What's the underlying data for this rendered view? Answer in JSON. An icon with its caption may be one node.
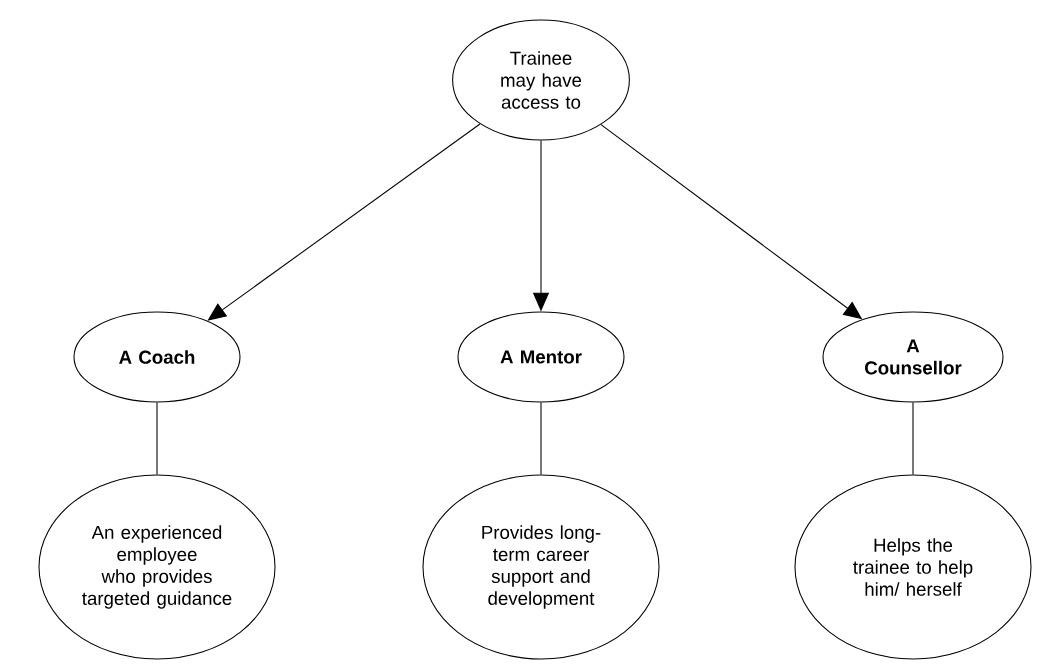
{
  "diagram": {
    "nodes": [
      {
        "text": [
          "Trainee may have access to"
        ]
      },
      {
        "text": [
          "A Coach"
        ]
      },
      {
        "text": [
          "A Mentor"
        ]
      },
      {
        "text": [
          "A Counsellor"
        ]
      },
      {
        "text": [
          "An experienced employee who provides targeted guidance"
        ]
      },
      {
        "text": [
          "Provides long-term career support and development"
        ]
      },
      {
        "text": [
          "Helps the trainee to help him/ herself"
        ]
      }
    ],
    "edges": [
      {
        "from": 0,
        "to": 1,
        "arrow": "to"
      },
      {
        "from": 0,
        "to": 2,
        "arrow": "to"
      },
      {
        "from": 0,
        "to": 3,
        "arrow": "to"
      },
      {
        "from": 1,
        "to": 4,
        "arrow": "none"
      },
      {
        "from": 2,
        "to": 5,
        "arrow": "none"
      },
      {
        "from": 3,
        "to": 6,
        "arrow": "none"
      }
    ]
  }
}
